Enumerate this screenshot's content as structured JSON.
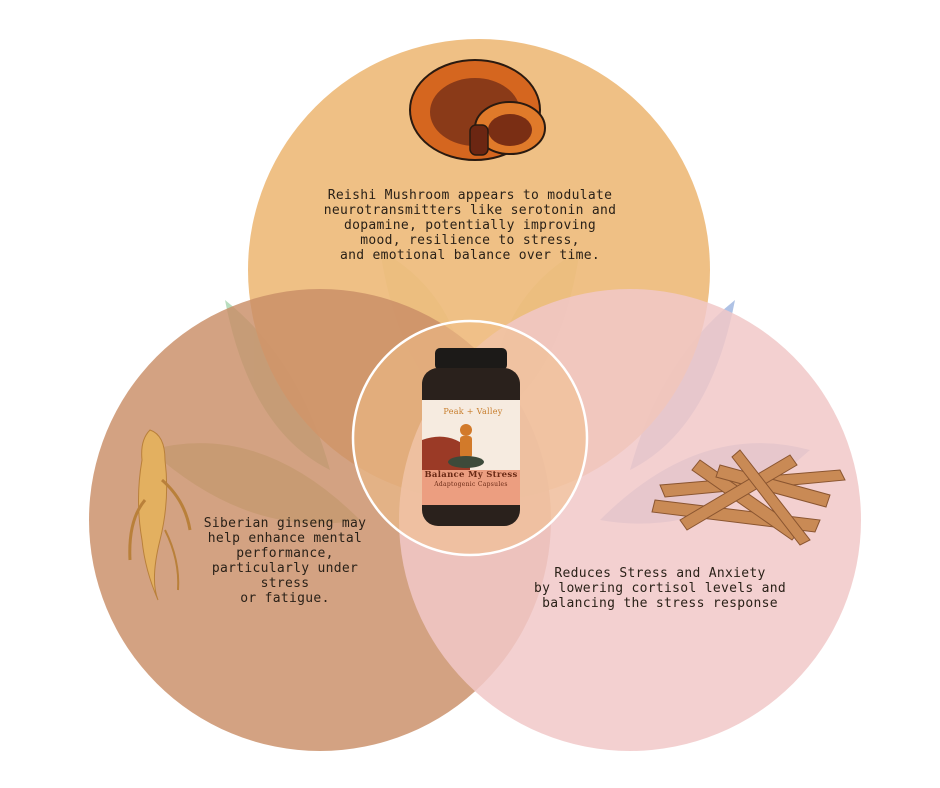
{
  "colors": {
    "top_circle": "#eebb7c",
    "left_circle": "#c98d66",
    "right_circle": "#f1c8c8",
    "center_border": "#ffffff"
  },
  "circles": {
    "top": {
      "icon": "reishi-mushroom-icon",
      "text": "Reishi Mushroom appears to modulate\nneurotransmitters like serotonin and\ndopamine, potentially improving\nmood, resilience to stress,\nand emotional balance over time."
    },
    "left": {
      "icon": "ginseng-root-icon",
      "text": "Siberian ginseng may\nhelp enhance mental\nperformance,\nparticularly under stress\nor fatigue."
    },
    "right": {
      "icon": "ashwagandha-roots-icon",
      "text": "Reduces Stress and Anxiety\nby lowering cortisol levels and\nbalancing the stress response"
    }
  },
  "product": {
    "brand": "Peak + Valley",
    "name": "Balance My Stress",
    "subtitle": "Adaptogenic Capsules"
  }
}
